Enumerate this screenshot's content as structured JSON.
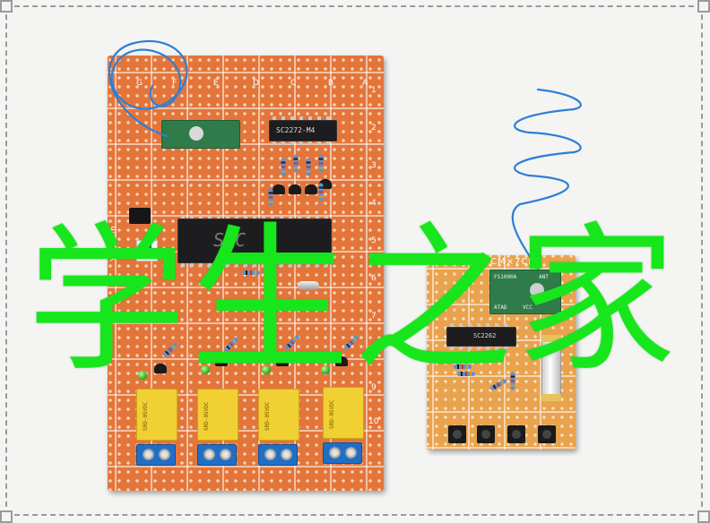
{
  "watermark": {
    "text": "学生之家",
    "color": "#18e61c"
  },
  "board_large": {
    "column_letters": [
      "G",
      "F",
      "E",
      "D",
      "C",
      "B",
      "A"
    ],
    "row_numbers": [
      "1",
      "2",
      "3",
      "4",
      "5",
      "6",
      "7",
      "8",
      "9",
      "10"
    ],
    "side_label": "YS-15cm",
    "mcu_label": "STC",
    "decoder_label": "SC2272-M4"
  },
  "board_small": {
    "title": "YS--5CM×7CM",
    "encoder_label": "SC2262",
    "rf_module_label": "FS1000A",
    "rf_labels": {
      "ant": "ANT",
      "vcc": "VCC",
      "data": "ATAD"
    }
  },
  "colors": {
    "large_board": "#e4753a",
    "small_board": "#e9a24e",
    "relay": "#f1d033",
    "terminal": "#1f6fc7",
    "antenna": "#2d7fd6"
  }
}
